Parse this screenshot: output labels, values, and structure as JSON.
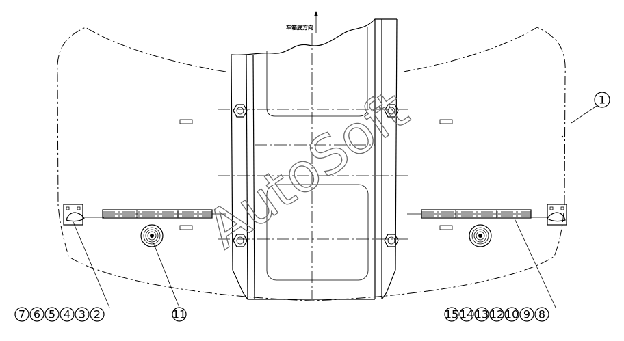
{
  "header_text": "车箱底方向",
  "watermark": "AutoSoft",
  "callouts": {
    "c1": "1",
    "c2": "2",
    "c3": "3",
    "c4": "4",
    "c5": "5",
    "c6": "6",
    "c7": "7",
    "c8": "8",
    "c9": "9",
    "c10": "10",
    "c11": "11",
    "c12": "12",
    "c13": "13",
    "c14": "14",
    "c15": "15"
  }
}
